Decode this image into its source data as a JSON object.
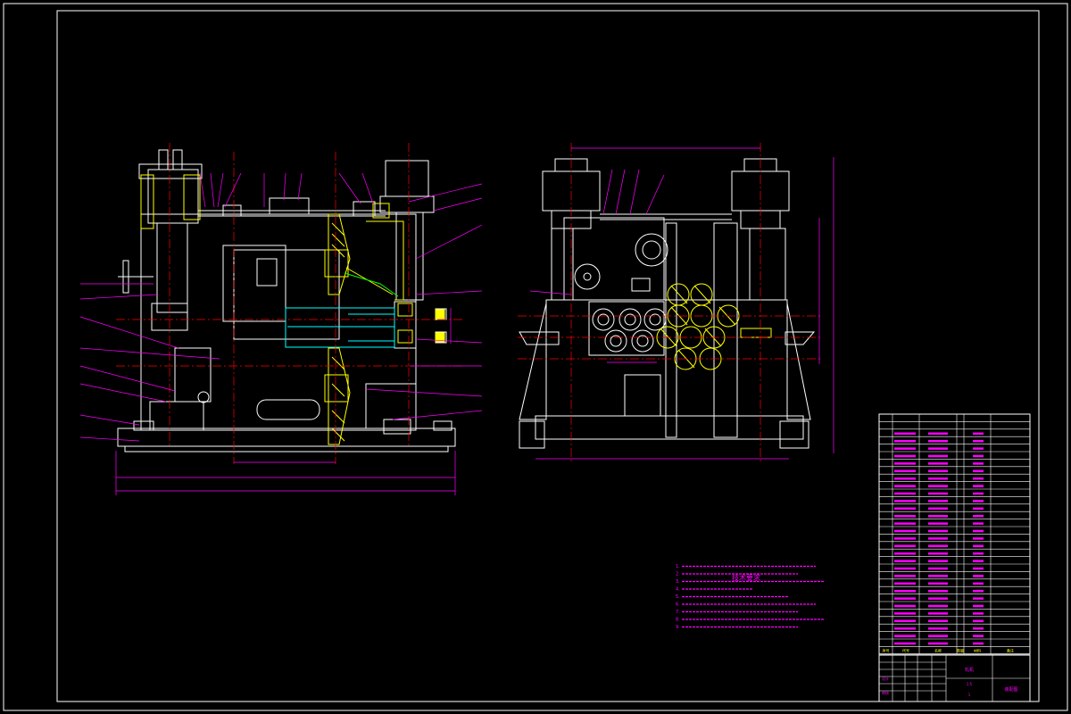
{
  "colors": {
    "background": "#000000",
    "border": "#ffffff",
    "outline": "#ffffff",
    "dimension": "#ff00ff",
    "hatch": "#ffff00",
    "centerline": "#ff0000",
    "hidden": "#00ffff",
    "highlight": "#00ff00",
    "table_text": "#ff00ff"
  },
  "drawing": {
    "notes_title": "技术要求",
    "notes": [
      "1.",
      "2.",
      "3.",
      "4.",
      "5.",
      "6.",
      "7.",
      "8.",
      "9."
    ],
    "table_header": [
      "序号",
      "代号",
      "名称",
      "数量",
      "材料",
      "备注"
    ],
    "title_block": {
      "name_cell": "轧机",
      "drawing_no": "装配图",
      "scale": "1:5",
      "sheet": "1",
      "designer": "设计",
      "checker": "审核"
    }
  }
}
